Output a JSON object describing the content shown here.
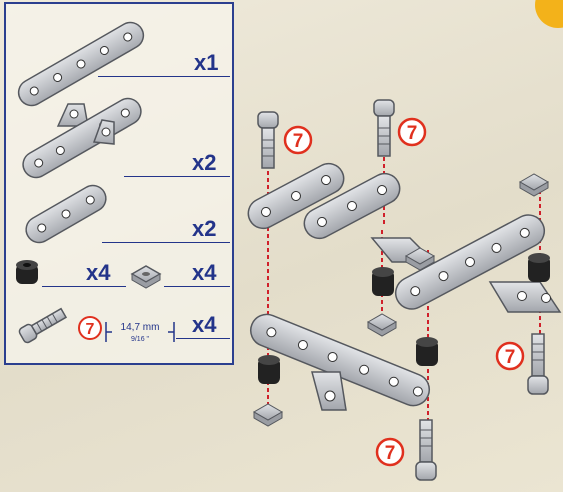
{
  "panel": {
    "rows": [
      {
        "part": "long-strip-plate",
        "quantity": "x1"
      },
      {
        "part": "double-bent-strip",
        "quantity": "x2"
      },
      {
        "part": "short-strip-plate",
        "quantity": "x2"
      },
      {
        "part": "spacer",
        "quantity": "x4"
      },
      {
        "part": "square-nut",
        "quantity": "x4"
      },
      {
        "part": "bolt",
        "quantity": "x4",
        "badge": "7",
        "length": "14,7 mm",
        "length_imperial": "9/16 \""
      }
    ]
  },
  "assembly": {
    "bolt_badges": [
      "7",
      "7",
      "7",
      "7"
    ]
  },
  "colors": {
    "panel_border": "#2b3f8f",
    "quantity_text": "#23348a",
    "badge_red": "#e0301e",
    "guide_line": "#d0202a",
    "metal": "#b9bcc1",
    "black_part": "#222222"
  }
}
